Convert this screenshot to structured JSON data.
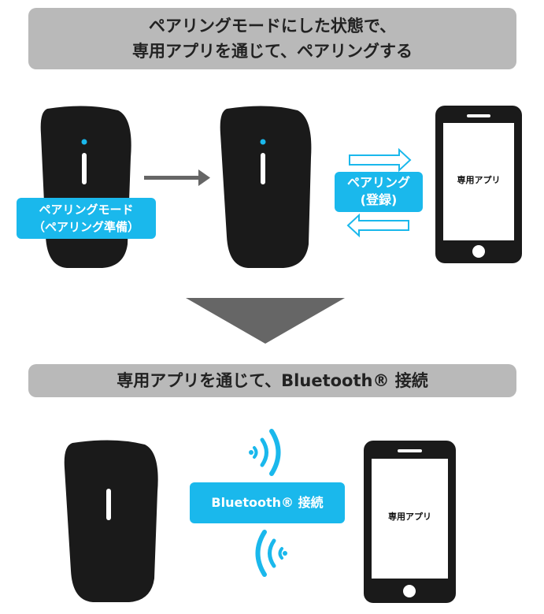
{
  "step1": {
    "banner_line1": "ペアリングモードにした状態で、",
    "banner_line2": "専用アプリを通じて、ペアリングする",
    "mode_label_line1": "ペアリングモード",
    "mode_label_line2": "（ペアリング準備）",
    "pairing_label_line1": "ペアリング",
    "pairing_label_line2": "(登録)",
    "phone_screen_text": "専用アプリ"
  },
  "step2": {
    "banner": "専用アプリを通じて、Bluetooth® 接続",
    "connect_label": "Bluetooth® 接続",
    "phone_screen_text": "専用アプリ"
  },
  "colors": {
    "accent": "#1ab8ec",
    "device": "#1a1a1a",
    "banner": "#b9b9b9",
    "arrow": "#666666",
    "led": "#1ab8ec"
  }
}
